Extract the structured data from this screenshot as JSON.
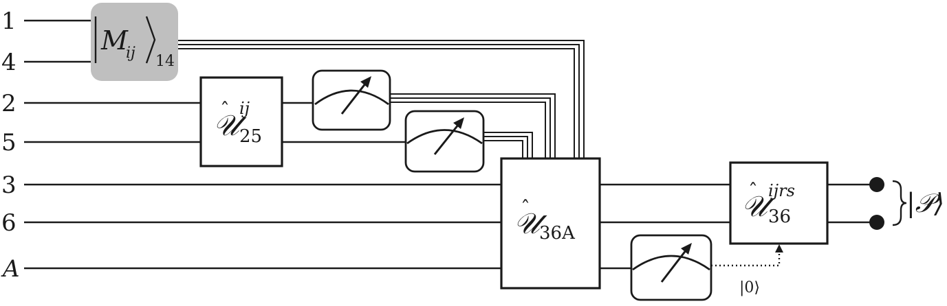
{
  "qubit_labels": {
    "q1": "1",
    "q4": "4",
    "q2": "2",
    "q5": "5",
    "q3": "3",
    "q6": "6",
    "qA": "A"
  },
  "state_gate": {
    "symbol": "M",
    "subscript_inner": "ij",
    "subscript_outer": "14"
  },
  "gate_u25": {
    "symbol": "𝒰",
    "superscript": "ij",
    "subscript": "25"
  },
  "gate_u36a": {
    "symbol": "𝒰",
    "subscript": "36A"
  },
  "gate_u36": {
    "symbol": "𝒰",
    "superscript": "ijrs",
    "subscript": "36"
  },
  "ket_zero": "|0⟩",
  "output_state": "|𝒫⟩",
  "colors": {
    "ink": "#1a1a1a",
    "state_gate_fill": "#bfbfbf"
  },
  "icons": [
    "meter-icon",
    "output-dot-icon",
    "brace-icon"
  ]
}
